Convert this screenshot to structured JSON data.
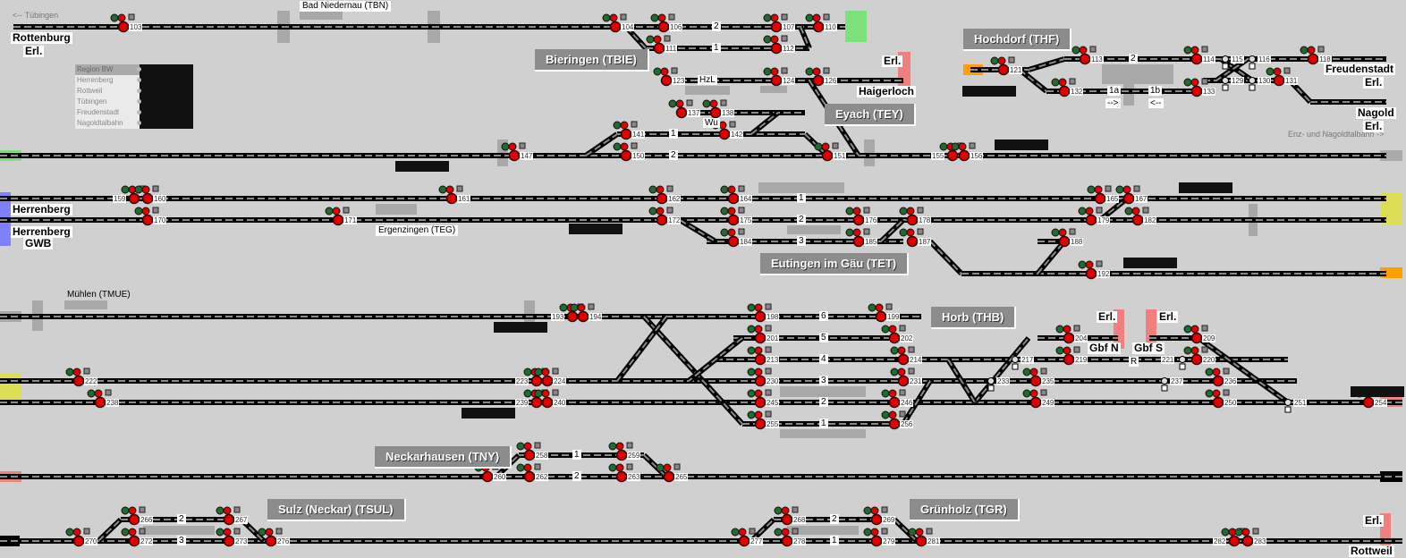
{
  "colors": {
    "background": "#d0d0d0",
    "track": "#000000",
    "track_dash": "#8a8a8a",
    "signal_red": "#e00000",
    "signal_green": "#1f6b2f",
    "station_label": "#8c8c8c",
    "edge_green": "#7de07d",
    "edge_blue": "#8080ff",
    "edge_yellow": "#dede55",
    "edge_orange": "#ffa000",
    "edge_pink": "#f08080",
    "edge_black": "#000000"
  },
  "notes": {
    "tuebingen": "<-- Tübingen",
    "enz": "Enz- und Nagoldtalbahn ->"
  },
  "stations": [
    "Bieringen (TBIE)",
    "Hochdorf (THF)",
    "Eyach (TEY)",
    "Eutingen im Gäu (TET)",
    "Horb (THB)",
    "Neckarhausen (TNY)",
    "Sulz (Neckar) (TSUL)",
    "Grünholz (TGR)"
  ],
  "places": [
    "Bad Niedernau (TBN)",
    "Ergenzingen (TEG)",
    "Mühlen (TMUE)"
  ],
  "endpoints": [
    "Rottenburg",
    "Erl.",
    "Herrenberg",
    "Herrenberg",
    "GWB",
    "Freudenstadt",
    "Erl.",
    "Nagold",
    "Erl.",
    "Haigerloch",
    "Erl.",
    "Erl.",
    "Erl.",
    "Gbf N",
    "Gbf S",
    "Erl.",
    "Rottweil"
  ],
  "track_numbers": [
    "2",
    "1",
    "HzL",
    "2",
    "1a",
    "1b",
    "-->",
    "<--",
    "1",
    "2",
    "Wu",
    "1",
    "2",
    "3",
    "6",
    "5",
    "4",
    "3",
    "2",
    "1",
    "1",
    "2",
    "2",
    "3",
    "2",
    "1",
    "R"
  ],
  "region_panel": {
    "items": [
      "Region BW",
      "Herrenberg",
      "Rottweil",
      "Tübingen",
      "Freudenstadt",
      "Nagoldtalbahn"
    ]
  },
  "signals": [
    "103",
    "104",
    "106",
    "107",
    "110",
    "111",
    "112",
    "123",
    "124",
    "126",
    "121",
    "113",
    "114",
    "118",
    "132",
    "133",
    "131",
    "137",
    "138",
    "141",
    "142",
    "147",
    "150",
    "151",
    "155",
    "156",
    "159",
    "160",
    "161",
    "162",
    "164",
    "165",
    "167",
    "170",
    "171",
    "172",
    "175",
    "176",
    "178",
    "179",
    "182",
    "184",
    "185",
    "187",
    "188",
    "192",
    "193",
    "194",
    "198",
    "199",
    "201",
    "202",
    "204",
    "209",
    "213",
    "214",
    "219",
    "220",
    "222",
    "223",
    "224",
    "230",
    "231",
    "235",
    "236",
    "238",
    "239",
    "240",
    "245",
    "246",
    "249",
    "250",
    "254",
    "255",
    "256",
    "258",
    "259",
    "260",
    "262",
    "263",
    "265",
    "266",
    "267",
    "270",
    "272",
    "273",
    "276",
    "277",
    "278",
    "268",
    "269",
    "279",
    "281",
    "282",
    "283",
    "115",
    "116",
    "129",
    "130",
    "217",
    "221",
    "233",
    "237",
    "251"
  ]
}
